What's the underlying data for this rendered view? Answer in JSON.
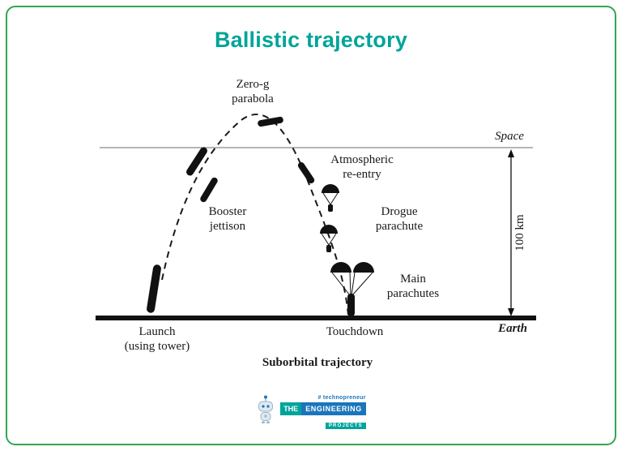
{
  "colors": {
    "border_green": "#2fa84f",
    "title_teal": "#00a49a",
    "brand_blue": "#1b75bb",
    "ink": "#1a1a1a"
  },
  "header": {
    "title": "Ballistic trajectory"
  },
  "diagram": {
    "trajectory": {
      "zero_g_line1": "Zero-g",
      "zero_g_line2": "parabola",
      "atmospheric_line1": "Atmospheric",
      "atmospheric_line2": "re-entry",
      "booster_line1": "Booster",
      "booster_line2": "jettison",
      "drogue_line1": "Drogue",
      "drogue_line2": "parachute",
      "main_line1": "Main",
      "main_line2": "parachutes"
    },
    "axis": {
      "space": "Space",
      "earth": "Earth",
      "altitude": "100 km"
    },
    "ground": {
      "launch_line1": "Launch",
      "launch_line2": "(using tower)",
      "touchdown": "Touchdown"
    },
    "caption": "Suborbital trajectory"
  },
  "footer": {
    "robot_icon": "robot-mascot",
    "tagline": "# technopreneur",
    "brand_the": "THE",
    "brand_engineering": "ENGINEERING",
    "brand_projects": "PROJECTS"
  }
}
